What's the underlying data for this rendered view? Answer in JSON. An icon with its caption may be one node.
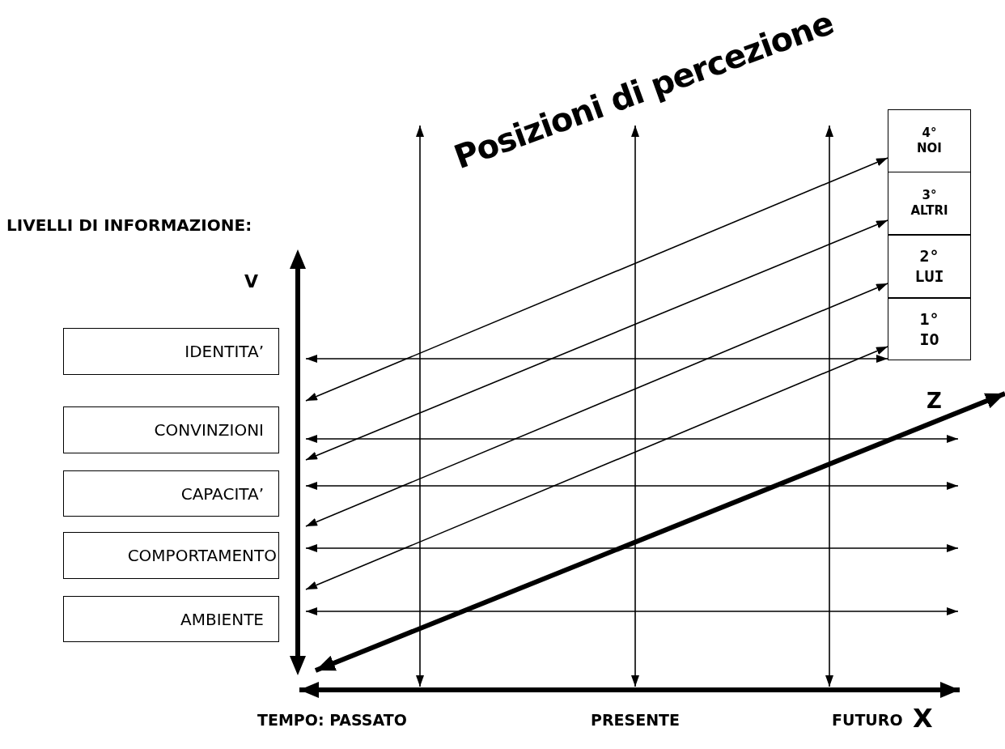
{
  "diagram": {
    "title": "Posizioni di percezione",
    "nodes": [
      {
        "text": [
          "IDENTITA’"
        ]
      },
      {
        "text": [
          "CONVINZIONI"
        ]
      },
      {
        "text": [
          "CAPACITA’"
        ]
      },
      {
        "text": [
          "COMPORTAMENTO"
        ]
      },
      {
        "text": [
          "AMBIENTE"
        ]
      },
      {
        "text": [
          "4°",
          "NOI"
        ]
      },
      {
        "text": [
          "3°",
          "ALTRI"
        ]
      },
      {
        "text": [
          "2°",
          "LUI"
        ]
      },
      {
        "text": [
          "1°",
          "IO"
        ]
      },
      {
        "text": [],
        "shape": "bar"
      }
    ],
    "edges": [
      {
        "from": 9,
        "to": 5,
        "arrow": "both"
      },
      {
        "from": 9,
        "to": 6,
        "arrow": "both"
      },
      {
        "from": 9,
        "to": 7,
        "arrow": "both"
      },
      {
        "from": 9,
        "to": 8,
        "arrow": "both"
      },
      {
        "from": 9,
        "to": 8,
        "arrow": "both"
      },
      {
        "from": 9,
        "to": null,
        "arrow": "both"
      },
      {
        "from": 9,
        "to": null,
        "arrow": "both"
      },
      {
        "from": 9,
        "to": null,
        "arrow": "both"
      },
      {
        "from": 9,
        "to": null,
        "arrow": "both"
      }
    ],
    "labels": [
      "LIVELLI DI INFORMAZIONE:",
      "V",
      "Z",
      "TEMPO: PASSATO",
      "PRESENTE",
      "FUTURO",
      "X"
    ]
  }
}
